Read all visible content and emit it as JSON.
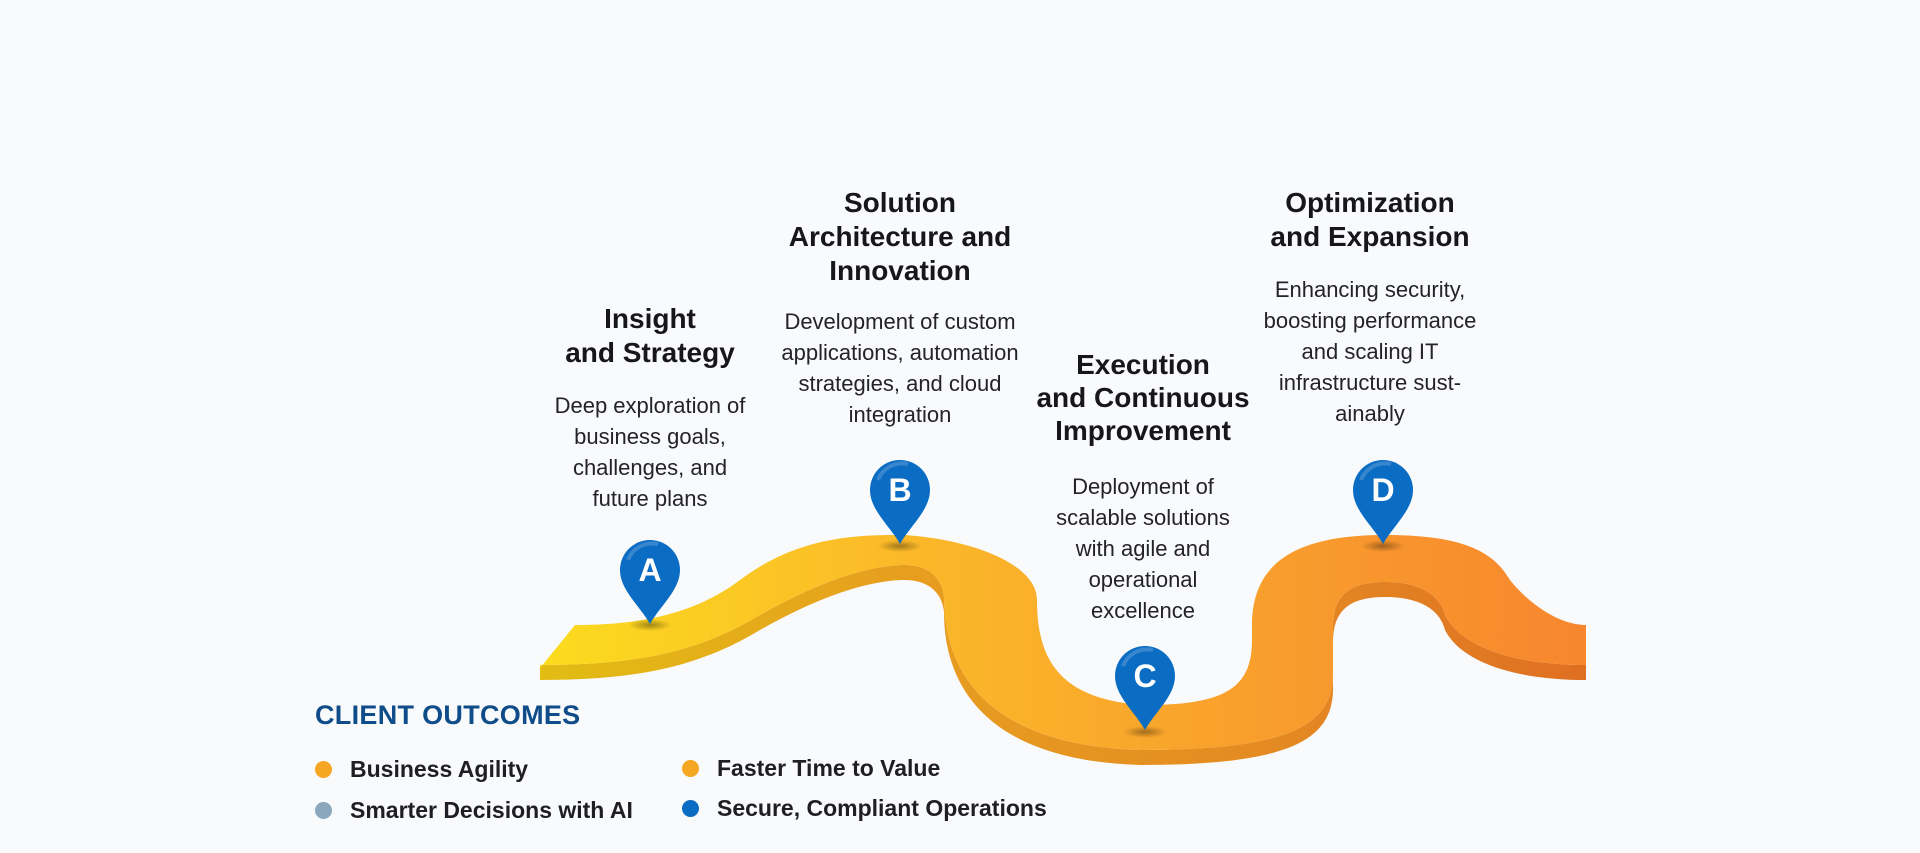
{
  "steps": [
    {
      "letter": "A",
      "title": "Insight\nand Strategy",
      "desc": "Deep exploration of\nbusiness goals,\nchallenges, and\nfuture plans"
    },
    {
      "letter": "B",
      "title": "Solution\nArchitecture and\nInnovation",
      "desc": "Development of custom\napplications, automation\nstrategies, and cloud\nintegration"
    },
    {
      "letter": "C",
      "title": "Execution\nand Continuous\nImprovement",
      "desc": "Deployment of\nscalable solutions\nwith agile and\noperational\nexcellence"
    },
    {
      "letter": "D",
      "title": "Optimization\nand Expansion",
      "desc": "Enhancing security,\nboosting performance\nand scaling IT\ninfrastructure sust-\nainably"
    }
  ],
  "outcomes": {
    "title": "CLIENT OUTCOMES",
    "items": [
      {
        "label": "Business Agility",
        "color": "#f5a623"
      },
      {
        "label": "Faster Time to Value",
        "color": "#f5a623"
      },
      {
        "label": "Smarter Decisions with AI",
        "color": "#8aa7bd"
      },
      {
        "label": "Secure, Compliant Operations",
        "color": "#0b6cc4"
      }
    ]
  },
  "colors": {
    "road_start": "#fbdc1e",
    "road_mid": "#fbb52b",
    "road_end": "#f7872e",
    "pin": "#0b6cc4"
  }
}
